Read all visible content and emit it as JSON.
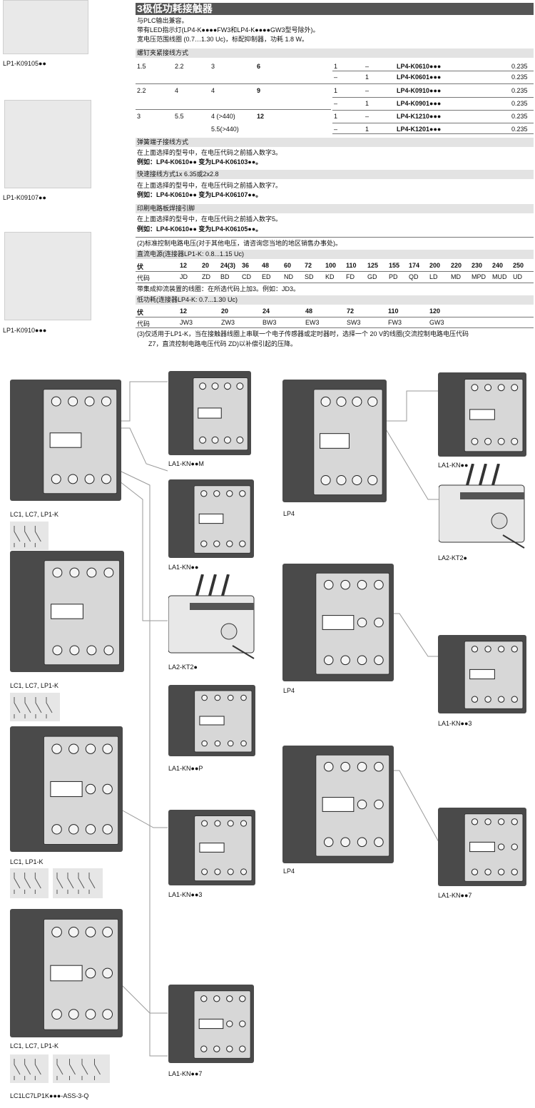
{
  "thumbs": [
    {
      "label": "LP1-K09105●●"
    },
    {
      "label": "LP1-K09107●●"
    },
    {
      "label": "LP1-K0910●●●"
    }
  ],
  "header": {
    "title": "3极低功耗接触器",
    "desc": [
      "与PLC输出兼容。",
      "带有LED指示灯(LP4-K●●●●FW3和LP4-K●●●●GW3型号除外)。",
      "宽电压范围线圈 (0.7…1.30 Uc)，标配抑制器，功耗 1.8 W。"
    ]
  },
  "screw_section": "螺钉夹紧接线方式",
  "products": [
    {
      "a": "1.5",
      "b": "2.2",
      "c": "3",
      "d": "6",
      "no": "1",
      "nc": "–",
      "ref": "LP4-K0610●●●",
      "wt": "0.235"
    },
    {
      "a": "",
      "b": "",
      "c": "",
      "d": "",
      "no": "–",
      "nc": "1",
      "ref": "LP4-K0601●●●",
      "wt": "0.235"
    },
    {
      "a": "2.2",
      "b": "4",
      "c": "4",
      "d": "9",
      "no": "1",
      "nc": "–",
      "ref": "LP4-K0910●●●",
      "wt": "0.235"
    },
    {
      "a": "",
      "b": "",
      "c": "",
      "d": "",
      "no": "–",
      "nc": "1",
      "ref": "LP4-K0901●●●",
      "wt": "0.235"
    },
    {
      "a": "3",
      "b": "5.5",
      "c": "4 (>440)",
      "d": "12",
      "no": "1",
      "nc": "–",
      "ref": "LP4-K1210●●●",
      "wt": "0.235"
    },
    {
      "a": "",
      "b": "",
      "c": "5.5(>440)",
      "d": "",
      "no": "–",
      "nc": "1",
      "ref": "LP4-K1201●●●",
      "wt": "0.235"
    }
  ],
  "spring": {
    "title": "弹簧端子接线方式",
    "l1": "在上面选择的型号中，在电压代码之前插入数字3。",
    "l2": "例如：LP4-K0610●● 变为LP4-K06103●●。"
  },
  "fast": {
    "title": "快速接线方式1x 6.35或2x2.8",
    "l1": "在上面选择的型号中，在电压代码之前插入数字7。",
    "l2": "例如：LP4-K0610●● 变为LP4-K06107●●。"
  },
  "pcb": {
    "title": "印刷电路板焊接引脚",
    "l1": "在上面选择的型号中，在电压代码之前插入数字5。",
    "l2": "例如：LP4-K0610●● 变为LP4-K06105●●。"
  },
  "note2": "(2)标准控制电路电压(对于其他电压，请咨询您当地的地区销售办事处)。",
  "dc_title": "直流电源(连接器LP1-K: 0.8...1.15 Uc)",
  "dc_volts": [
    "伏",
    "12",
    "20",
    "24(3)",
    "36",
    "48",
    "60",
    "72",
    "100",
    "110",
    "125",
    "155",
    "174",
    "200",
    "220",
    "230",
    "240",
    "250"
  ],
  "dc_codes": [
    "代码",
    "JD",
    "ZD",
    "BD",
    "CD",
    "ED",
    "ND",
    "SD",
    "KD",
    "FD",
    "GD",
    "PD",
    "QD",
    "LD",
    "MD",
    "MPD",
    "MUD",
    "UD"
  ],
  "suppress": "带集成抑流装置的线圈：在所选代码上加3。例如：JD3。",
  "low_title": "低功耗(连接器LP4-K: 0.7...1.30 Uc)",
  "low_volts": [
    "伏",
    "12",
    "20",
    "24",
    "48",
    "72",
    "110",
    "120"
  ],
  "low_codes": [
    "代码",
    "JW3",
    "ZW3",
    "BW3",
    "EW3",
    "SW3",
    "FW3",
    "GW3"
  ],
  "note3_l1": "(3)仅适用于LP1-K，当在接触器线圈上串联一个电子传感器或定时器时，选择一个 20 V的线圈(交流控制电路电压代码",
  "note3_l2": "Z7，直流控制电路电压代码 ZD)以补偿引起的压降。",
  "diagram_labels": {
    "c1": "LC1, LC7, LP1-K",
    "c2": "LC1, LC7, LP1-K",
    "c3": "LC1, LP1-K",
    "c4": "LC1, LC7, LP1-K",
    "c4b": "LC1LC7LP1K●●●-ASS-3-Q",
    "a1": "LA1-KN●●M",
    "a2": "LA1-KN●●",
    "a3": "LA2-KT2●",
    "a4": "LA1-KN●●P",
    "a5": "LA1-KN●●3",
    "a6": "LA1-KN●●7",
    "p1": "LP4",
    "p2": "LP4",
    "p3": "LP4",
    "r1": "LA1-KN●●",
    "r2": "LA2-KT2●",
    "r3": "LA1-KN●●3",
    "r4": "LA1-KN●●7"
  }
}
